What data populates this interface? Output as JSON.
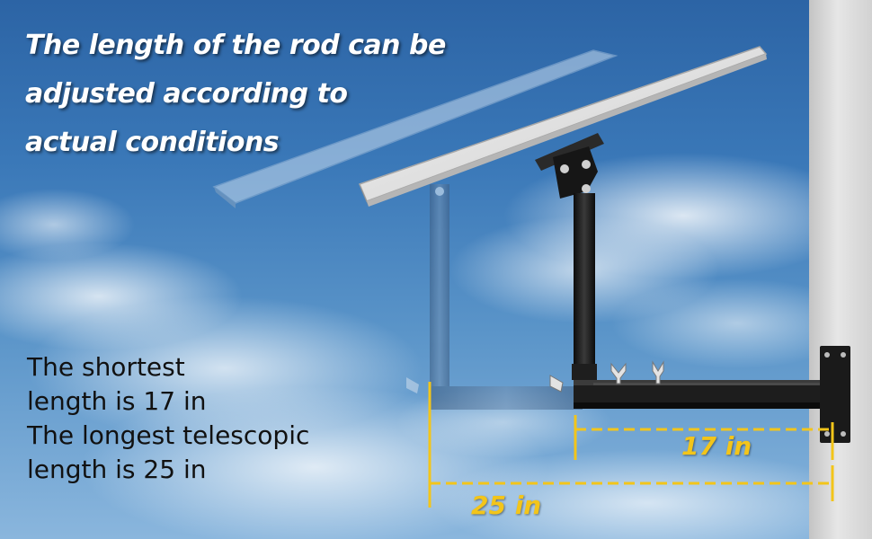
{
  "headline": {
    "lines": [
      "The length of the rod can be",
      "adjusted according to",
      "actual conditions"
    ]
  },
  "info": {
    "lines": [
      "The shortest",
      "length is 17 in",
      "The longest telescopic",
      "length is 25 in"
    ]
  },
  "dimensions": {
    "short_label": "17 in",
    "long_label": "25 in"
  },
  "colors": {
    "sky": "#3a78b8",
    "dimension": "#f3c51a",
    "wall": "#d7d7d7",
    "bracket": "#1b1b1b"
  }
}
